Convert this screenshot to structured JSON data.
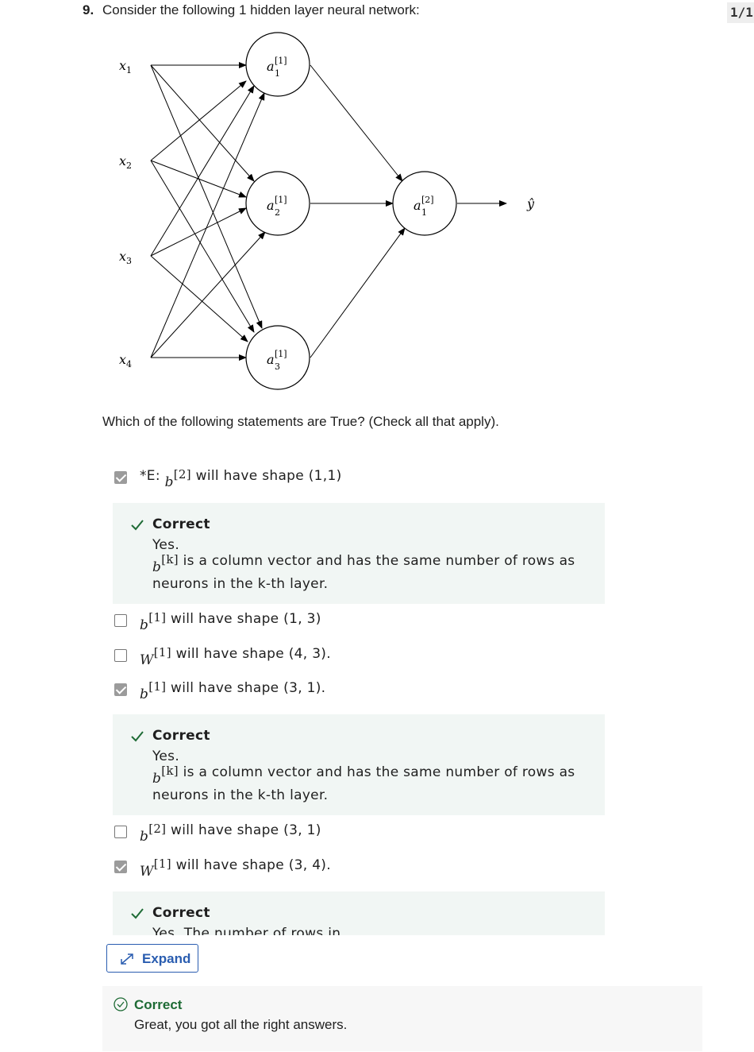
{
  "question": {
    "number": "9.",
    "text": "Consider the following 1 hidden layer neural network:",
    "score": "1/1",
    "prompt": "Which of the following statements are True? (Check all that apply)."
  },
  "diagram": {
    "inputs": [
      "x1",
      "x2",
      "x3",
      "x4"
    ],
    "hidden": [
      "a1[1]",
      "a2[1]",
      "a3[1]"
    ],
    "output": "a1[2]",
    "yhat": "ŷ"
  },
  "options": [
    {
      "prefix": "*E: ",
      "var": "b",
      "sup": "[2]",
      "text": " will have shape (1,1)",
      "checked": true
    },
    {
      "prefix": "",
      "var": "b",
      "sup": "[1]",
      "text": " will have shape (1, 3)",
      "checked": false
    },
    {
      "prefix": "",
      "var": "W",
      "sup": "[1]",
      "text": " will have shape (4, 3).",
      "checked": false
    },
    {
      "prefix": "",
      "var": "b",
      "sup": "[1]",
      "text": " will have shape (3, 1).",
      "checked": true
    },
    {
      "prefix": "",
      "var": "b",
      "sup": "[2]",
      "text": " will have shape (3, 1)",
      "checked": false
    },
    {
      "prefix": "",
      "var": "W",
      "sup": "[1]",
      "text": " will have shape (3, 4).",
      "checked": true
    }
  ],
  "feedback": [
    {
      "title": "Correct",
      "line1": "Yes.",
      "var": "b",
      "sup": "[k]",
      "line2": " is a column vector and has the same number of rows as",
      "line3": "neurons in the k-th layer."
    },
    {
      "title": "Correct",
      "line1": "Yes.",
      "var": "b",
      "sup": "[k]",
      "line2": " is a column vector and has the same number of rows as",
      "line3": "neurons in the k-th layer."
    },
    {
      "title": "Correct",
      "line1": "Yes. The number of rows in"
    }
  ],
  "expand_label": "Expand",
  "final": {
    "title": "Correct",
    "message": "Great, you got all the right answers."
  },
  "colors": {
    "correct_green": "#1e6b35",
    "link_blue": "#2a5db0",
    "feedback_bg": "#f1f6f4"
  }
}
